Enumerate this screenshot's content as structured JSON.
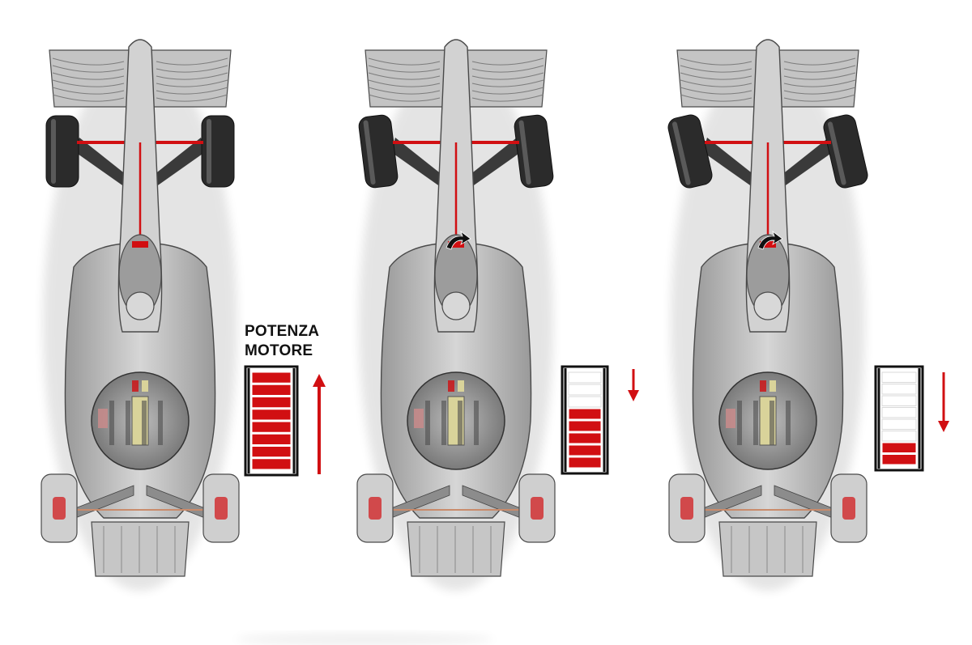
{
  "labels": {
    "power_line1": "POTENZA",
    "power_line2": "MOTORE"
  },
  "panels": [
    {
      "id": "straight",
      "steering": "straight",
      "power_segments_total": 8,
      "power_segments_filled": 8,
      "arrow": "up",
      "shows_hand_arrow": false
    },
    {
      "id": "turn-medium",
      "steering": "medium",
      "power_segments_total": 8,
      "power_segments_filled": 5,
      "arrow": "down",
      "shows_hand_arrow": true
    },
    {
      "id": "turn-full",
      "steering": "full",
      "power_segments_total": 8,
      "power_segments_filled": 2,
      "arrow": "down",
      "shows_hand_arrow": true
    }
  ],
  "colors": {
    "body": "#c9c9c9",
    "body_dark": "#8e8e8e",
    "outline": "#4a4a4a",
    "tyre": "#2b2b2b",
    "red": "#d10f12",
    "gearbox": "#d9d39a",
    "gauge_frame": "#111111"
  }
}
